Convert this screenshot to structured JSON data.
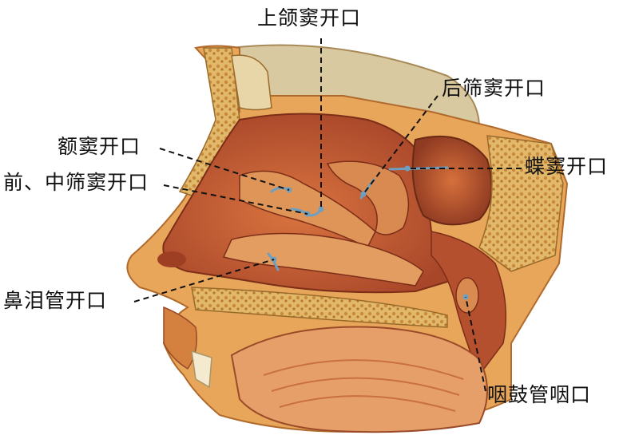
{
  "labels": {
    "maxillary_sinus_opening": "上颌窦开口",
    "posterior_ethmoid_opening": "后筛窦开口",
    "frontal_sinus_opening": "额窦开口",
    "anterior_middle_ethmoid_opening": "前、中筛窦开口",
    "sphenoid_sinus_opening": "蝶窦开口",
    "nasolacrimal_duct_opening": "鼻泪管开口",
    "pharyngeal_tube_opening": "咽鼓管咽口"
  },
  "colors": {
    "background": "#ffffff",
    "skin": "#e8a65a",
    "skin_dark": "#c0702e",
    "bone": "#e2b86a",
    "bone_spongy": "#c98a3c",
    "cavity": "#c8623a",
    "cavity_dark": "#9e3f24",
    "mucosa": "#d97a45",
    "skull_cap": "#d9c9a0",
    "probe": "#6f9fc0",
    "leader_line": "#111111"
  }
}
